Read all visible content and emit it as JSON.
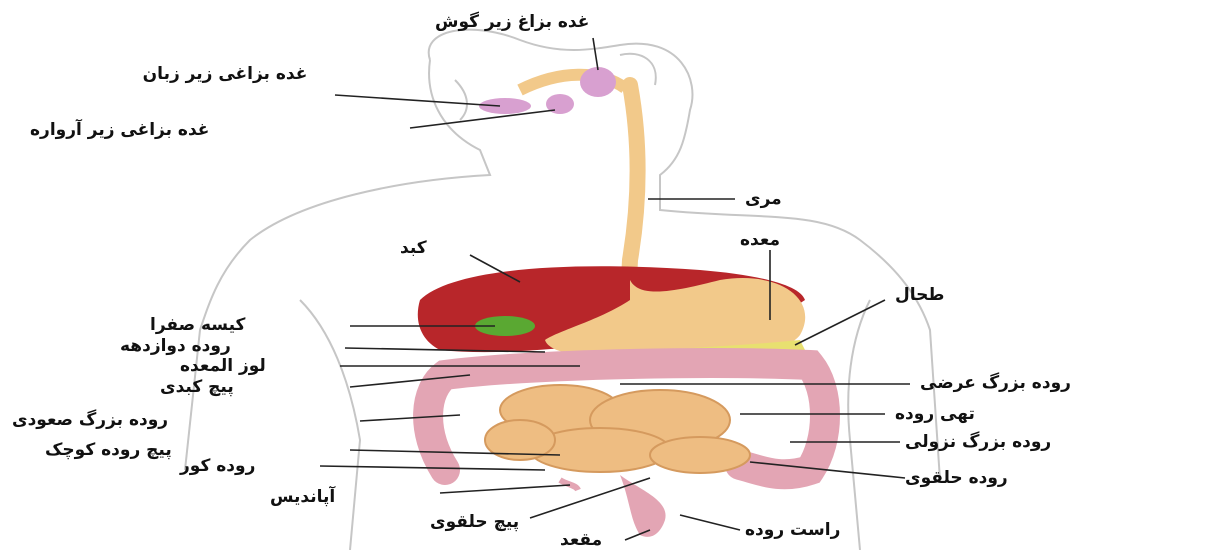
{
  "labels": {
    "parotid_gland": "غده بزاغ زیر گوش",
    "sublingual_gland": "غده بزاغی زیر زبان",
    "submandibular_gland": "غده بزاغی زیر آرواره",
    "esophagus": "مری",
    "liver": "کبد",
    "stomach": "معده",
    "spleen": "طحال",
    "gallbladder": "کیسه صفرا",
    "duodenum": "روده دوازدهه",
    "pancreas": "لوز المعده",
    "hepatic_flexure": "پیچ کبدی",
    "transverse_colon": "روده بزرگ عرضی",
    "ascending_colon": "روده بزرگ صعودی",
    "jejunum": "تهی روده",
    "small_intestine_flexure": "پیچ روده کوچک",
    "descending_colon": "روده بزرگ نزولی",
    "cecum": "روده کور",
    "ileum": "روده حلقوی",
    "appendix": "آپاندیس",
    "sigmoid_flexure": "پیچ حلقوی",
    "rectum": "راست روده",
    "anus": "مقعد"
  },
  "colors": {
    "body_outline": "#c8c8c8",
    "liver": "#b8262a",
    "stomach_esophagus": "#f2c98a",
    "gallbladder": "#5aa832",
    "glands": "#d8a0d0",
    "intestine_small": "#eebd82",
    "colon": "#e3a5b4",
    "pancreas": "#e8e070",
    "leader_line": "#222222"
  }
}
